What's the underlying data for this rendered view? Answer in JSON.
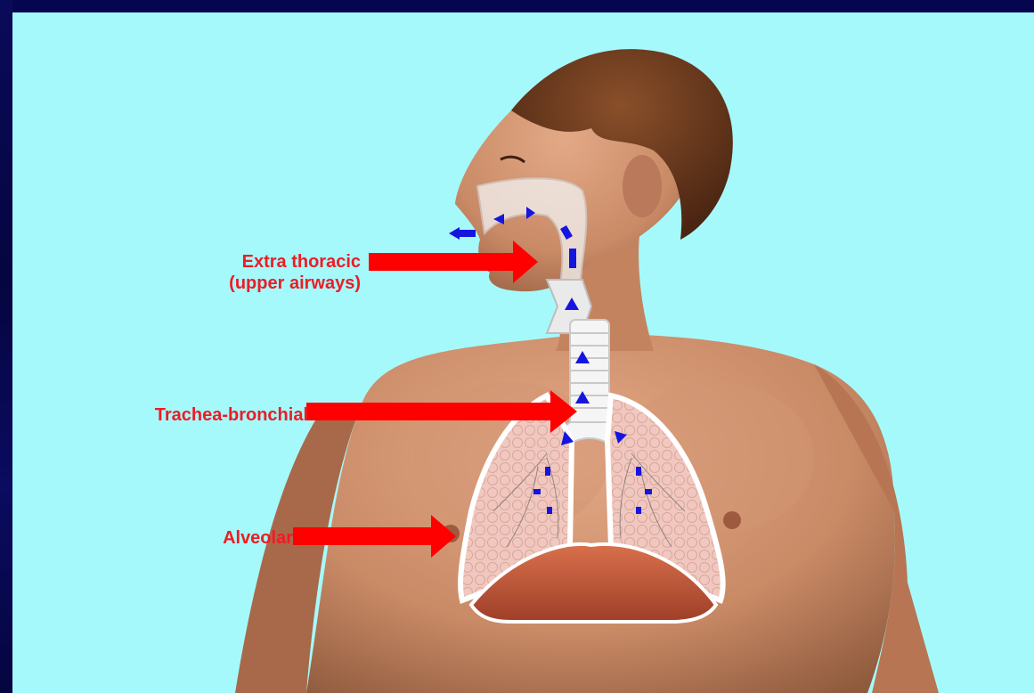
{
  "colors": {
    "background_frame": "#060650",
    "stage": "#a6f9fb",
    "arrow": "#ff0000",
    "label_text": "#ee1c24",
    "airflow": "#1515e0",
    "skin": "#c98a66",
    "lung": "#f2c9c0",
    "diaphragm": "#c4553a"
  },
  "labels": {
    "extra_thoracic_line1": "Extra thoracic",
    "extra_thoracic_line2": "(upper airways)",
    "trachea_bronchial": "Trachea-bronchial",
    "alveolar": "Alveolar"
  },
  "icons": {
    "pointer_arrows": "red-right-arrow",
    "airflow_markers": "blue-airflow-arrow"
  }
}
